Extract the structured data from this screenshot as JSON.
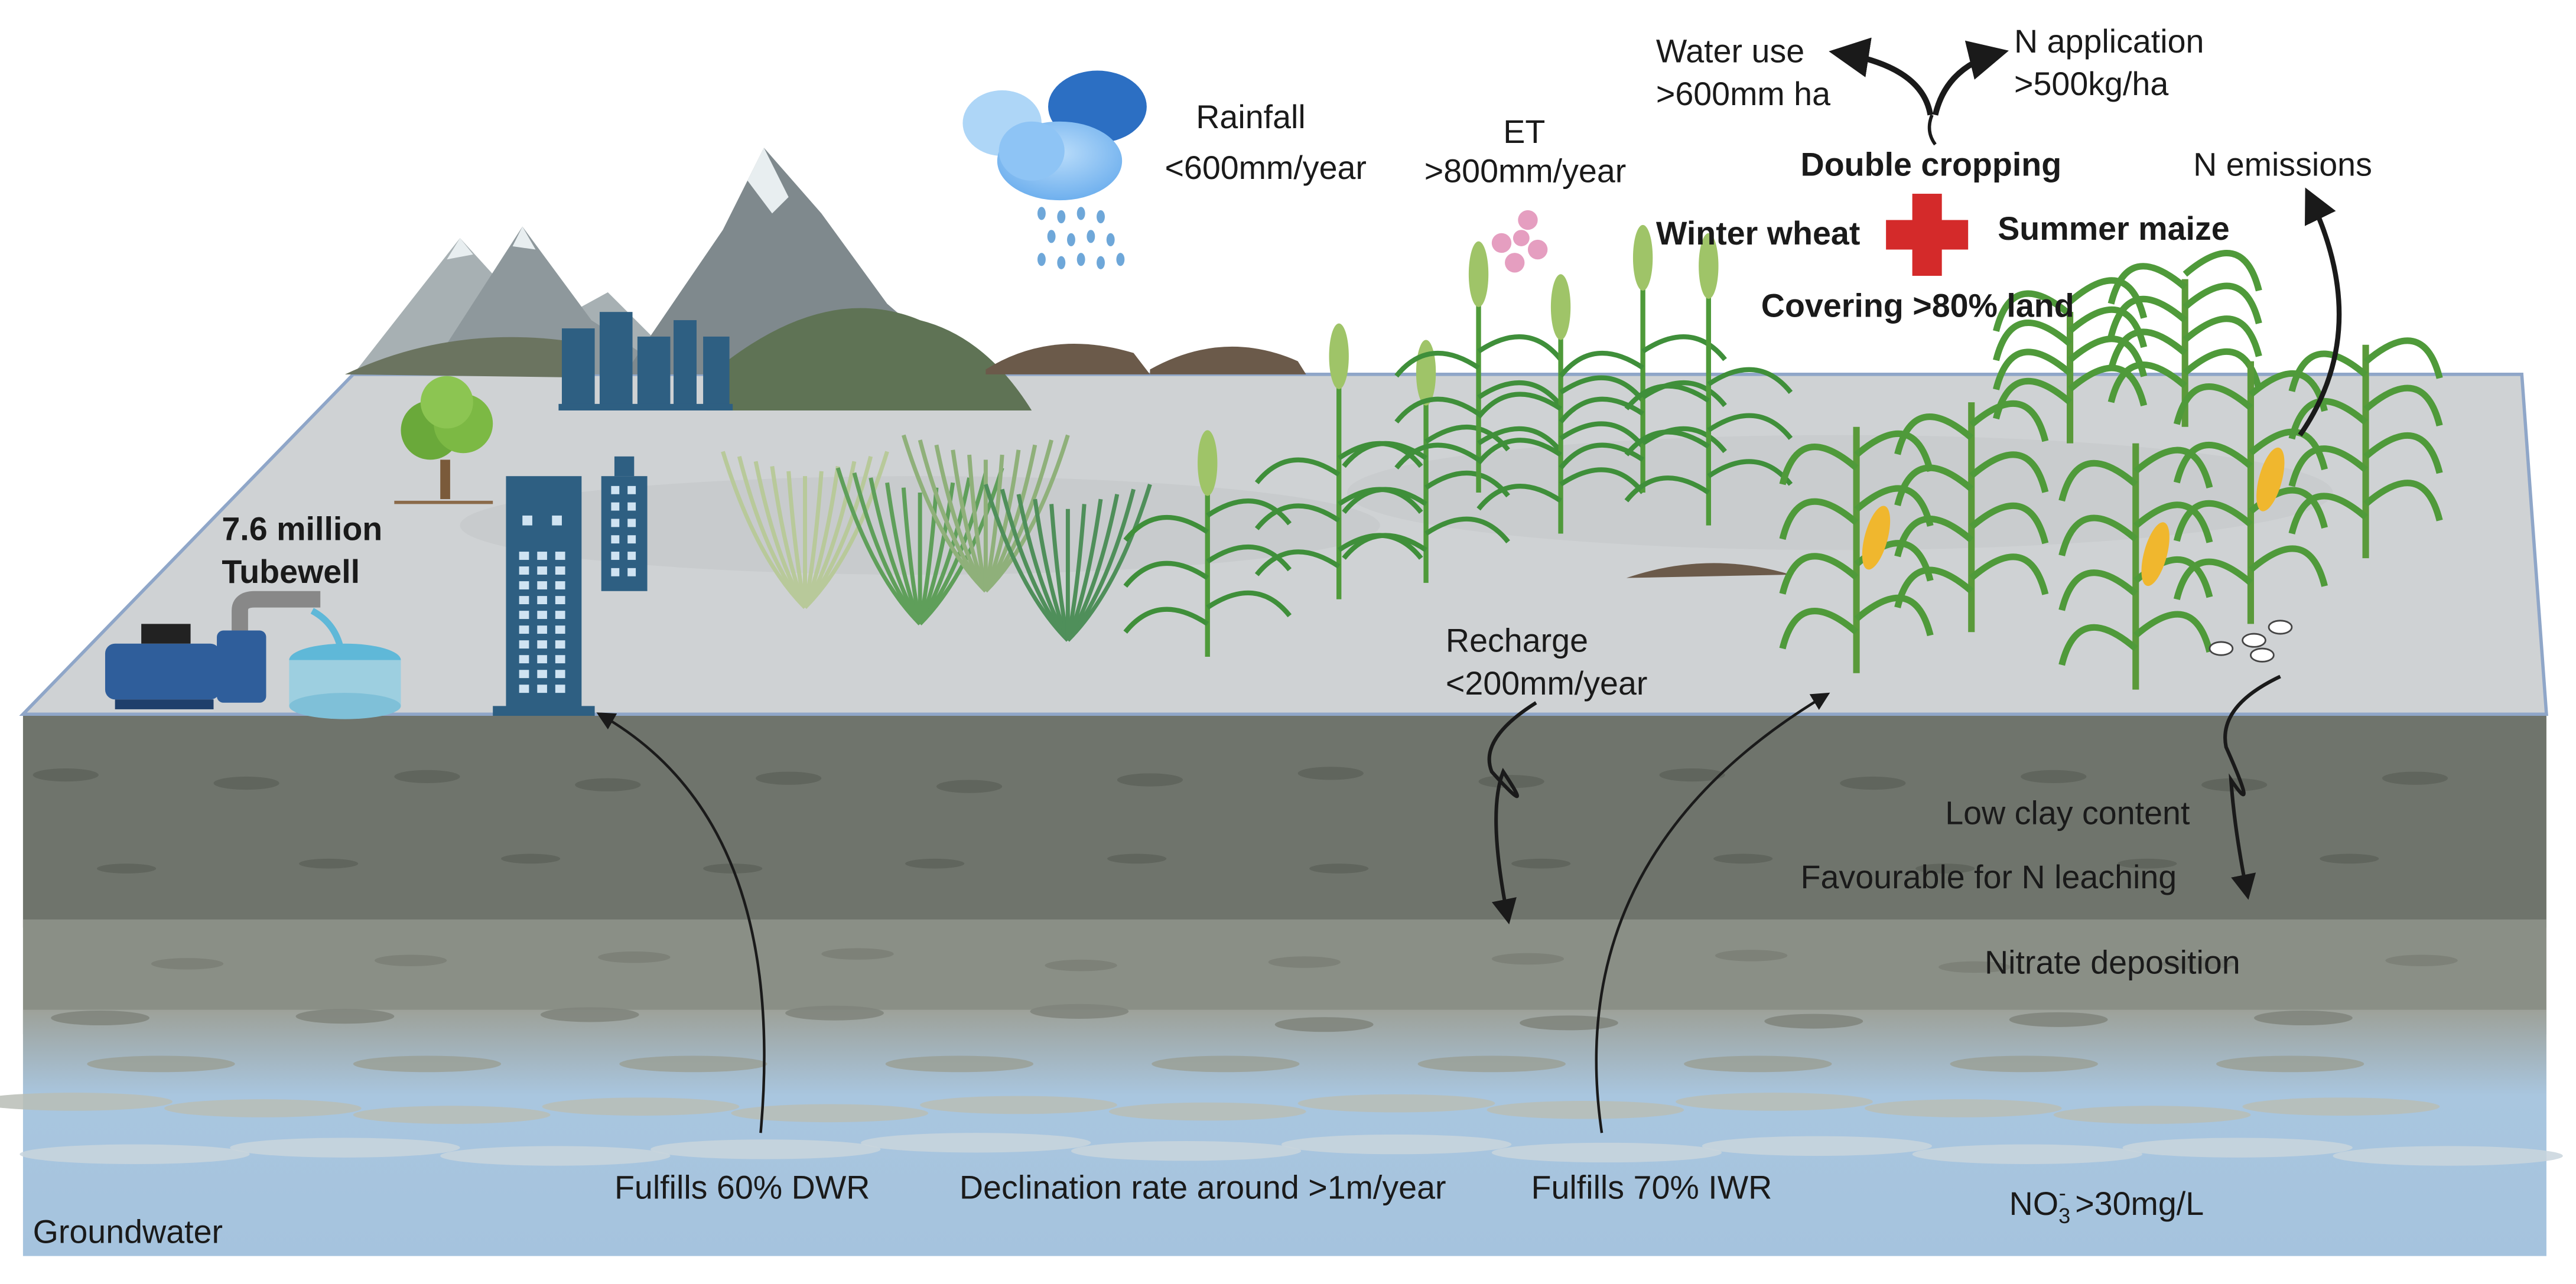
{
  "colors": {
    "surface": "#cfd2d4",
    "surface_edge": "#8fa6c8",
    "soil_top": "#6f746c",
    "soil_mid": "#8a8f86",
    "soil_low": "#9da199",
    "groundwater": "#a9c6df",
    "plus": "#d42a2a",
    "plant": "#3f8f3a",
    "wheat_head": "#9fc468",
    "maize_cob": "#f0b72e",
    "cloud": "#8ec4f5",
    "building": "#2e5f82",
    "mountain": "#8b9599"
  },
  "icons": {
    "cloud": "rain-cloud-icon",
    "et": "evapotranspiration-droplets-icon",
    "plus": "red-cross-plus-icon",
    "pump": "water-pump-icon",
    "tank": "water-tank-icon",
    "tree": "tree-icon",
    "mountains": "mountains-icon",
    "city": "city-buildings-icon",
    "bubbles": "gas-bubbles-icon"
  },
  "labels": {
    "rainfall_title": "Rainfall",
    "rainfall_value": "<600mm/year",
    "et_title": "ET",
    "et_value": ">800mm/year",
    "water_use_title": "Water use",
    "water_use_value": ">600mm ha",
    "n_application_title": "N application",
    "n_application_value": ">500kg/ha",
    "double_cropping": "Double cropping",
    "winter_wheat": "Winter wheat",
    "summer_maize": "Summer maize",
    "covering_land": "Covering >80% land",
    "n_emissions": "N emissions",
    "tubewell_count": "7.6 million",
    "tubewell_label": "Tubewell",
    "recharge_title": "Recharge",
    "recharge_value": "<200mm/year",
    "low_clay": "Low clay content",
    "favourable_leaching": "Favourable for N leaching",
    "nitrate_deposition": "Nitrate deposition",
    "fulfills_dwr": "Fulfills  60% DWR",
    "declination_rate": "Declination rate around >1m/year",
    "fulfills_iwr": "Fulfills  70% IWR",
    "no3_base": "NO",
    "no3_sub": "3",
    "no3_sup": "-",
    "no3_value": " >30mg/L",
    "groundwater": "Groundwater"
  }
}
